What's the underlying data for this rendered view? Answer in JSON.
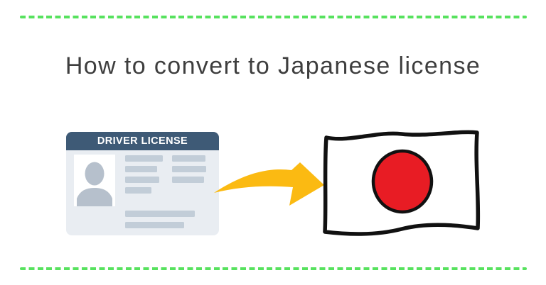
{
  "banner": {
    "title": "How to convert to Japanese license",
    "title_color": "#3e3e3e"
  },
  "decorations": {
    "dashed_line_color": "#57e25e",
    "dashed_line_style": "horizontal dashes, top and bottom of banner"
  },
  "license_card": {
    "header_label": "DRIVER LICENSE",
    "header_bg_color": "#3e5a76",
    "header_text_color": "#ffffff",
    "body_bg_color": "#e9edf2",
    "photo_bg_color": "#ffffff",
    "silhouette_color": "#b6c0cc",
    "bar_color": "#c2cdd8"
  },
  "arrow": {
    "name": "curved swoosh arrow pointing right",
    "color": "#fbba12"
  },
  "japan_flag": {
    "name": "hand-drawn Japan flag",
    "outline_color": "#111111",
    "field_color": "#ffffff",
    "sun_color": "#e81c24"
  }
}
